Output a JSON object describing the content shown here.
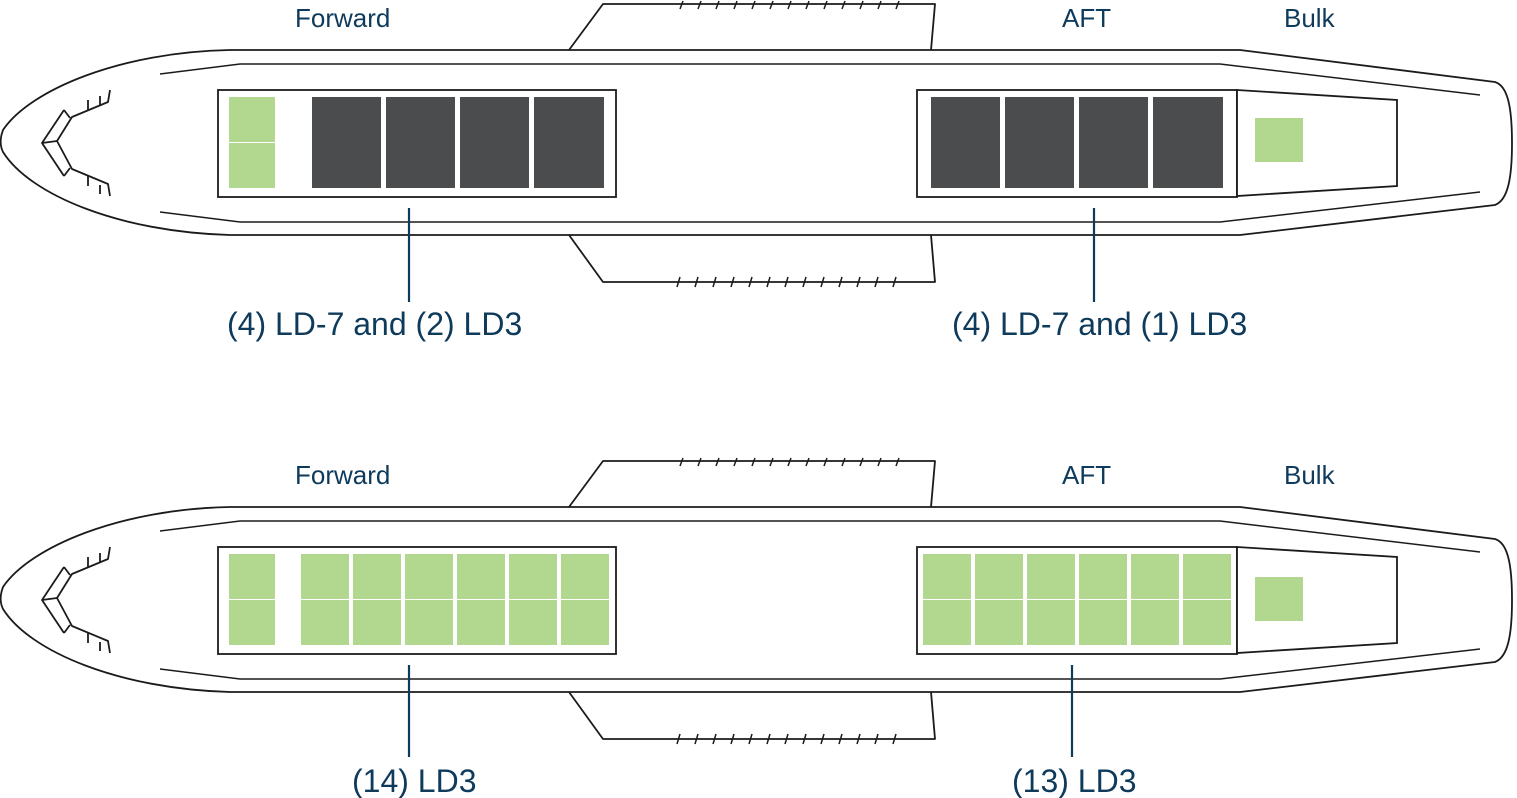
{
  "colors": {
    "ld3": "#b2d78e",
    "ld7": "#4b4c4e",
    "text": "#0e3a5b",
    "line": "#1b1b1b"
  },
  "configs": [
    {
      "zones": {
        "forward": "Forward",
        "aft": "AFT",
        "bulk": "Bulk"
      },
      "forward_caption": "(4) LD-7 and (2) LD3",
      "aft_caption": "(4) LD-7 and (1) LD3",
      "forward_hold": {
        "ld3": 2,
        "ld7": 4
      },
      "aft_hold": {
        "ld7": 4
      },
      "bulk_hold": {
        "ld3": 1
      }
    },
    {
      "zones": {
        "forward": "Forward",
        "aft": "AFT",
        "bulk": "Bulk"
      },
      "forward_caption": "(14) LD3",
      "aft_caption": "(13) LD3",
      "forward_hold": {
        "ld3": 14
      },
      "aft_hold": {
        "ld3": 12
      },
      "bulk_hold": {
        "ld3": 1
      }
    }
  ]
}
